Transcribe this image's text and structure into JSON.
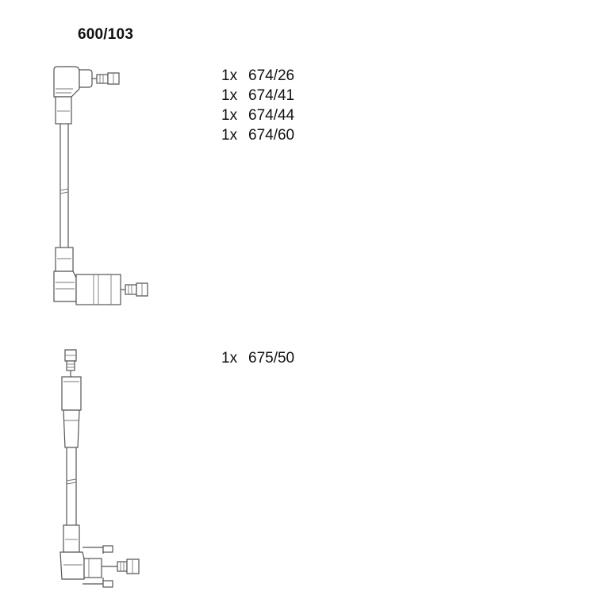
{
  "kit": {
    "number": "600/103"
  },
  "parts": [
    {
      "qty": "1x",
      "code": "674/26"
    },
    {
      "qty": "1x",
      "code": "674/41"
    },
    {
      "qty": "1x",
      "code": "674/44"
    },
    {
      "qty": "1x",
      "code": "674/60"
    },
    {
      "qty": "1x",
      "code": "675/50"
    }
  ]
}
